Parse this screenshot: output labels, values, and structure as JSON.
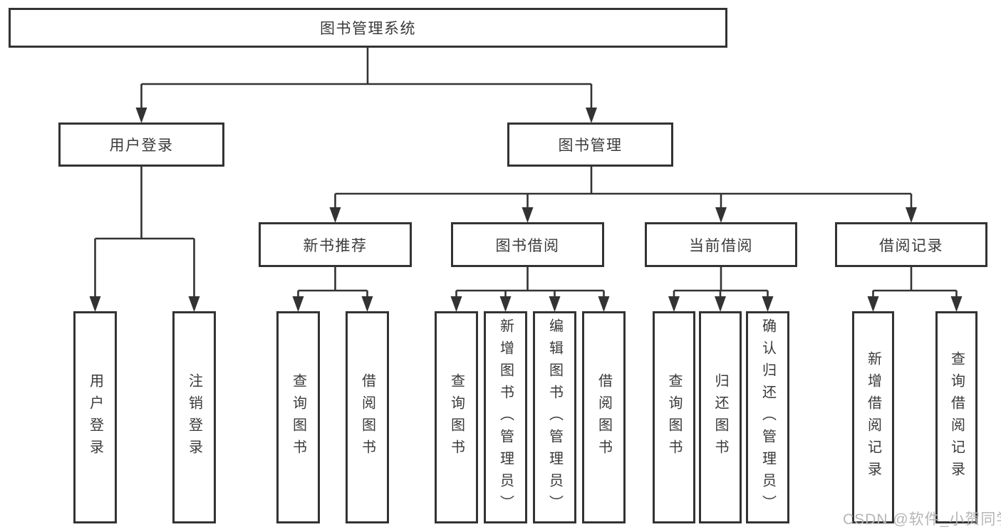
{
  "diagram": {
    "title": "图书管理系统",
    "watermark": "CSDN @软件_小贺同学",
    "colors": {
      "line": "#333333",
      "box_border": "#333333",
      "text": "#3a3a3a",
      "watermark": "#b6b6b6",
      "background": "#ffffff"
    },
    "nodes": {
      "root": {
        "label": "图书管理系统"
      },
      "level2": [
        {
          "label": "用户登录"
        },
        {
          "label": "图书管理"
        }
      ],
      "level3": [
        {
          "label": "新书推荐",
          "parent": "图书管理"
        },
        {
          "label": "图书借阅",
          "parent": "图书管理"
        },
        {
          "label": "当前借阅",
          "parent": "图书管理"
        },
        {
          "label": "借阅记录",
          "parent": "图书管理"
        }
      ],
      "leaves": [
        {
          "label": "用户登录",
          "parent": "用户登录"
        },
        {
          "label": "注销登录",
          "parent": "用户登录"
        },
        {
          "label": "查询图书",
          "parent": "新书推荐"
        },
        {
          "label": "借阅图书",
          "parent": "新书推荐"
        },
        {
          "label": "查询图书",
          "parent": "图书借阅"
        },
        {
          "label": "新增图书（管理员）",
          "parent": "图书借阅"
        },
        {
          "label": "编辑图书（管理员）",
          "parent": "图书借阅"
        },
        {
          "label": "借阅图书",
          "parent": "图书借阅"
        },
        {
          "label": "查询图书",
          "parent": "当前借阅"
        },
        {
          "label": "归还图书",
          "parent": "当前借阅"
        },
        {
          "label": "确认归还（管理员）",
          "parent": "当前借阅"
        },
        {
          "label": "新增借阅记录",
          "parent": "借阅记录"
        },
        {
          "label": "查询借阅记录",
          "parent": "借阅记录"
        }
      ]
    }
  }
}
